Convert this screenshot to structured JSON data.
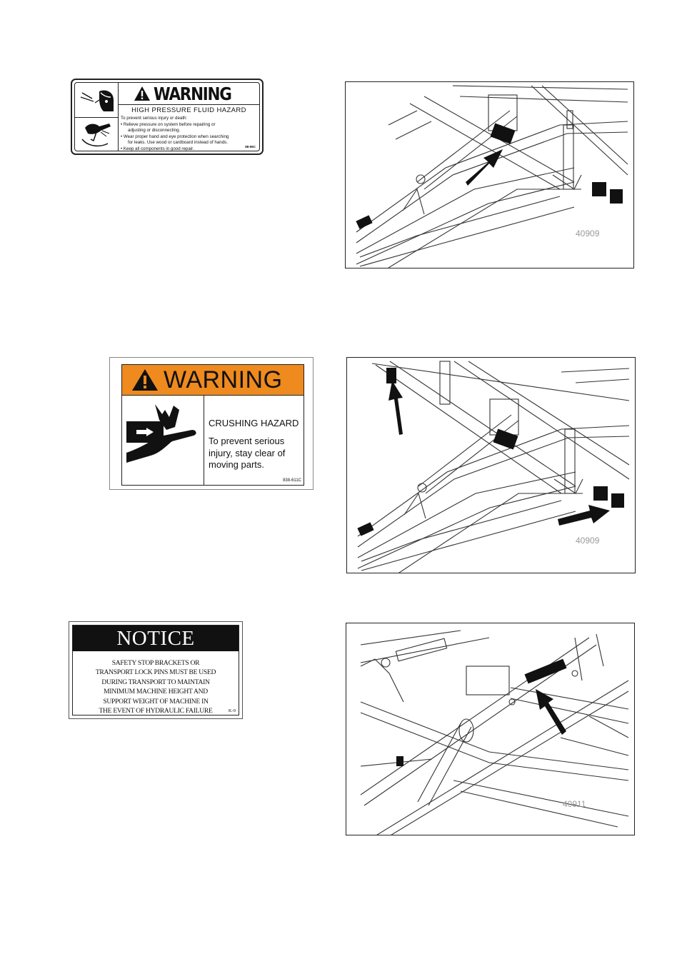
{
  "decals": {
    "high_pressure": {
      "signal_word": "WARNING",
      "hazard": "HIGH PRESSURE FLUID HAZARD",
      "lines": [
        "To prevent serious injury or death:",
        "• Relieve pressure on system before repairing or",
        "   adjusting or disconnecting.",
        "• Wear proper hand and eye protection when searching",
        "   for leaks. Use wood or cardboard instead of hands.",
        "• Keep all components in good repair."
      ],
      "code": "88-96C"
    },
    "crushing": {
      "signal_word": "WARNING",
      "hazard": "CRUSHING HAZARD",
      "message": "To prevent serious injury, stay clear of moving parts.",
      "code": "838-611C",
      "header_color": "#ee8a1e"
    },
    "notice": {
      "signal_word": "NOTICE",
      "lines": [
        "SAFETY STOP BRACKETS OR",
        "TRANSPORT LOCK PINS MUST BE USED",
        "DURING TRANSPORT TO MAINTAIN",
        "MINIMUM MACHINE HEIGHT AND",
        "SUPPORT WEIGHT OF MACHINE IN",
        "THE EVENT OF HYDRAULIC FAILURE"
      ],
      "code": "K-9"
    }
  },
  "figures": [
    {
      "number": "40909"
    },
    {
      "number": "40909"
    },
    {
      "number": "40911"
    }
  ],
  "icons": {
    "warning_triangle": "warning-triangle-icon",
    "fluid_injection": "fluid-injection-icon",
    "face_shield": "face-shield-icon",
    "crushing_hand": "crushing-hand-icon"
  }
}
